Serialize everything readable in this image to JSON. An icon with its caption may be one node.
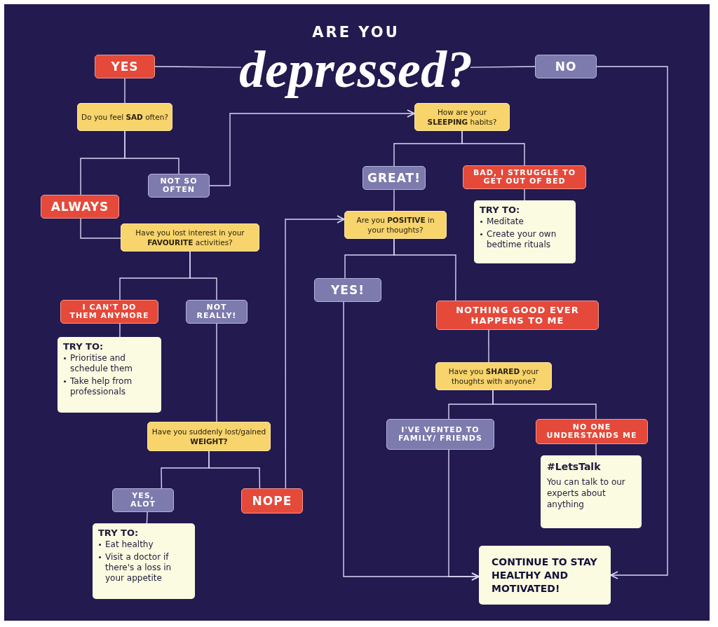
{
  "diagram": {
    "nodes": [
      {
        "text": [
          "ARE YOU",
          "depressed?"
        ]
      },
      {
        "text": [
          "YES"
        ]
      },
      {
        "text": [
          "NO"
        ]
      },
      {
        "text": [
          "Do you feel **SAD** often?"
        ]
      },
      {
        "text": [
          "ALWAYS"
        ]
      },
      {
        "text": [
          "NOT SO OFTEN"
        ]
      },
      {
        "text": [
          "How are your **SLEEPING** habits?"
        ]
      },
      {
        "text": [
          "Have you lost interest in your **FAVOURITE** activities?"
        ]
      },
      {
        "text": [
          "GREAT!"
        ]
      },
      {
        "text": [
          "BAD, I STRUGGLE TO GET OUT OF BED"
        ]
      },
      {
        "text": [
          "TRY TO:",
          "Meditate",
          "Create your own bedtime rituals"
        ]
      },
      {
        "text": [
          "Are you **POSITIVE** in your thoughts?"
        ]
      },
      {
        "text": [
          "I CAN'T DO THEM ANYMORE"
        ]
      },
      {
        "text": [
          "NOT REALLY!"
        ]
      },
      {
        "text": [
          "TRY TO:",
          "Prioritise and schedule them",
          "Take help from professionals"
        ]
      },
      {
        "text": [
          "YES!"
        ]
      },
      {
        "text": [
          "NOTHING GOOD EVER HAPPENS TO ME"
        ]
      },
      {
        "text": [
          "Have you **SHARED** your thoughts with anyone?"
        ]
      },
      {
        "text": [
          "Have you suddenly lost/gained **WEIGHT?**"
        ]
      },
      {
        "text": [
          "I'VE VENTED TO FAMILY/ FRIENDS"
        ]
      },
      {
        "text": [
          "NO ONE UNDERSTANDS ME"
        ]
      },
      {
        "text": [
          "#LetsTalk",
          "You can talk to our experts about anything"
        ]
      },
      {
        "text": [
          "YES, ALOT"
        ]
      },
      {
        "text": [
          "NOPE"
        ]
      },
      {
        "text": [
          "TRY TO:",
          "Eat healthy",
          "Visit a doctor if there's a loss in your appetite"
        ]
      },
      {
        "text": [
          "CONTINUE TO STAY HEALTHY AND MOTIVATED!"
        ]
      }
    ],
    "edges": [
      {
        "from": 0,
        "to": 1,
        "arrow": "none"
      },
      {
        "from": 0,
        "to": 2,
        "arrow": "none"
      },
      {
        "from": 2,
        "to": 25,
        "arrow": "to"
      },
      {
        "from": 1,
        "to": 3,
        "arrow": "none"
      },
      {
        "from": 3,
        "to": 4,
        "arrow": "none"
      },
      {
        "from": 3,
        "to": 5,
        "arrow": "none"
      },
      {
        "from": 5,
        "to": 6,
        "arrow": "to"
      },
      {
        "from": 4,
        "to": 7,
        "arrow": "none"
      },
      {
        "from": 6,
        "to": 8,
        "arrow": "none"
      },
      {
        "from": 6,
        "to": 9,
        "arrow": "none"
      },
      {
        "from": 9,
        "to": 10,
        "arrow": "none"
      },
      {
        "from": 8,
        "to": 11,
        "arrow": "none"
      },
      {
        "from": 7,
        "to": 12,
        "arrow": "none"
      },
      {
        "from": 7,
        "to": 13,
        "arrow": "none"
      },
      {
        "from": 12,
        "to": 14,
        "arrow": "none"
      },
      {
        "from": 13,
        "to": 18,
        "arrow": "none"
      },
      {
        "from": 11,
        "to": 15,
        "arrow": "none"
      },
      {
        "from": 11,
        "to": 16,
        "arrow": "none"
      },
      {
        "from": 15,
        "to": 25,
        "arrow": "to"
      },
      {
        "from": 16,
        "to": 17,
        "arrow": "none"
      },
      {
        "from": 17,
        "to": 19,
        "arrow": "none"
      },
      {
        "from": 17,
        "to": 20,
        "arrow": "none"
      },
      {
        "from": 19,
        "to": 25,
        "arrow": "to"
      },
      {
        "from": 20,
        "to": 21,
        "arrow": "none"
      },
      {
        "from": 18,
        "to": 22,
        "arrow": "none"
      },
      {
        "from": 18,
        "to": 23,
        "arrow": "none"
      },
      {
        "from": 22,
        "to": 24,
        "arrow": "none"
      },
      {
        "from": 23,
        "to": 11,
        "arrow": "to"
      }
    ]
  }
}
